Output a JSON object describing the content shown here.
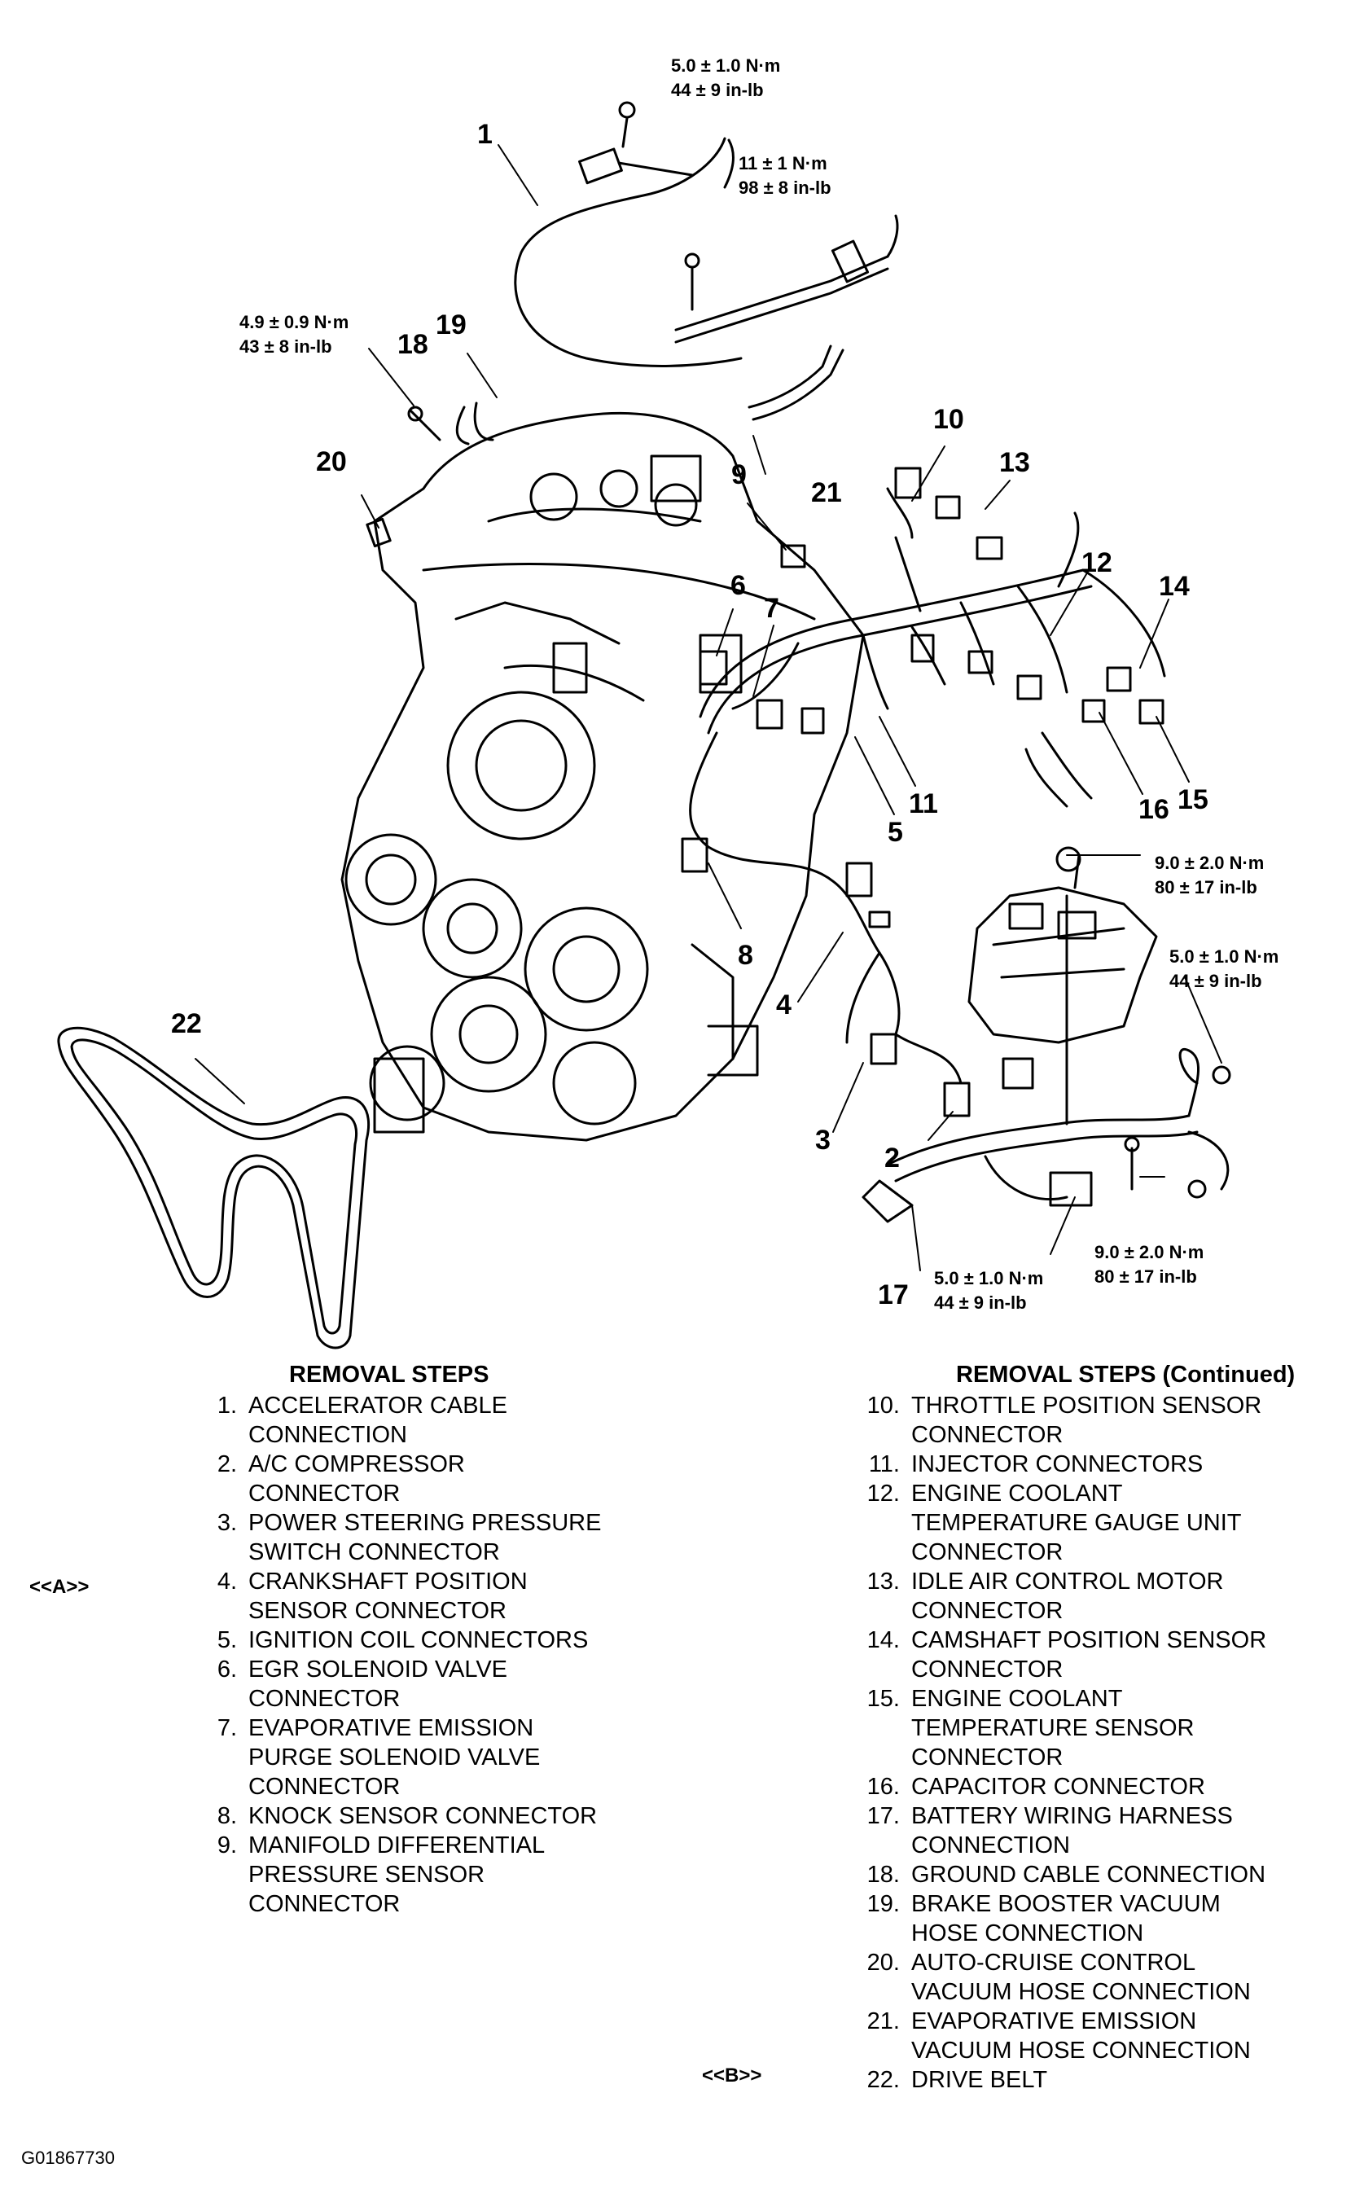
{
  "torques": {
    "t1": [
      "5.0 ± 1.0 N·m",
      "44 ± 9 in-lb"
    ],
    "t2": [
      "11 ± 1 N·m",
      "98 ± 8 in-lb"
    ],
    "t3": [
      "4.9 ± 0.9 N·m",
      "43 ± 8 in-lb"
    ],
    "t4": [
      "9.0 ± 2.0 N·m",
      "80 ± 17 in-lb"
    ],
    "t5": [
      "5.0 ± 1.0 N·m",
      "44 ± 9 in-lb"
    ],
    "t6": [
      "9.0 ± 2.0 N·m",
      "80 ± 17 in-lb"
    ],
    "t7": [
      "5.0 ± 1.0 N·m",
      "44 ± 9 in-lb"
    ]
  },
  "callouts": [
    "1",
    "2",
    "3",
    "4",
    "5",
    "6",
    "7",
    "8",
    "9",
    "10",
    "11",
    "12",
    "13",
    "14",
    "15",
    "16",
    "17",
    "18",
    "19",
    "20",
    "21",
    "22"
  ],
  "left_steps": {
    "title": "REMOVAL STEPS",
    "items": [
      {
        "num": "1.",
        "text": "ACCELERATOR CABLE\nCONNECTION"
      },
      {
        "num": "2.",
        "text": "A/C COMPRESSOR\nCONNECTOR"
      },
      {
        "num": "3.",
        "text": "POWER STEERING PRESSURE\nSWITCH CONNECTOR"
      },
      {
        "num": "4.",
        "text": "CRANKSHAFT POSITION\nSENSOR CONNECTOR"
      },
      {
        "num": "5.",
        "text": "IGNITION COIL CONNECTORS"
      },
      {
        "num": "6.",
        "text": "EGR SOLENOID VALVE\nCONNECTOR"
      },
      {
        "num": "7.",
        "text": "EVAPORATIVE EMISSION\nPURGE SOLENOID VALVE\nCONNECTOR"
      },
      {
        "num": "8.",
        "text": "KNOCK SENSOR CONNECTOR"
      },
      {
        "num": "9.",
        "text": "MANIFOLD DIFFERENTIAL\nPRESSURE SENSOR\nCONNECTOR"
      }
    ]
  },
  "right_steps": {
    "title": "REMOVAL STEPS (Continued)",
    "items": [
      {
        "num": "10.",
        "text": "THROTTLE POSITION SENSOR\nCONNECTOR"
      },
      {
        "num": "11.",
        "text": "INJECTOR CONNECTORS"
      },
      {
        "num": "12.",
        "text": "ENGINE COOLANT\nTEMPERATURE GAUGE UNIT\nCONNECTOR"
      },
      {
        "num": "13.",
        "text": "IDLE AIR CONTROL MOTOR\nCONNECTOR"
      },
      {
        "num": "14.",
        "text": "CAMSHAFT POSITION SENSOR\nCONNECTOR"
      },
      {
        "num": "15.",
        "text": "ENGINE COOLANT\nTEMPERATURE SENSOR\nCONNECTOR"
      },
      {
        "num": "16.",
        "text": "CAPACITOR CONNECTOR"
      },
      {
        "num": "17.",
        "text": "BATTERY WIRING HARNESS\nCONNECTION"
      },
      {
        "num": "18.",
        "text": "GROUND CABLE CONNECTION"
      },
      {
        "num": "19.",
        "text": "BRAKE BOOSTER VACUUM\nHOSE CONNECTION"
      },
      {
        "num": "20.",
        "text": "AUTO-CRUISE CONTROL\nVACUUM HOSE CONNECTION"
      },
      {
        "num": "21.",
        "text": "EVAPORATIVE EMISSION\nVACUUM HOSE CONNECTION"
      },
      {
        "num": "22.",
        "text": "DRIVE BELT"
      }
    ]
  },
  "refs": {
    "a": "<<A>>",
    "b": "<<B>>"
  },
  "figure_id": "G01867730"
}
